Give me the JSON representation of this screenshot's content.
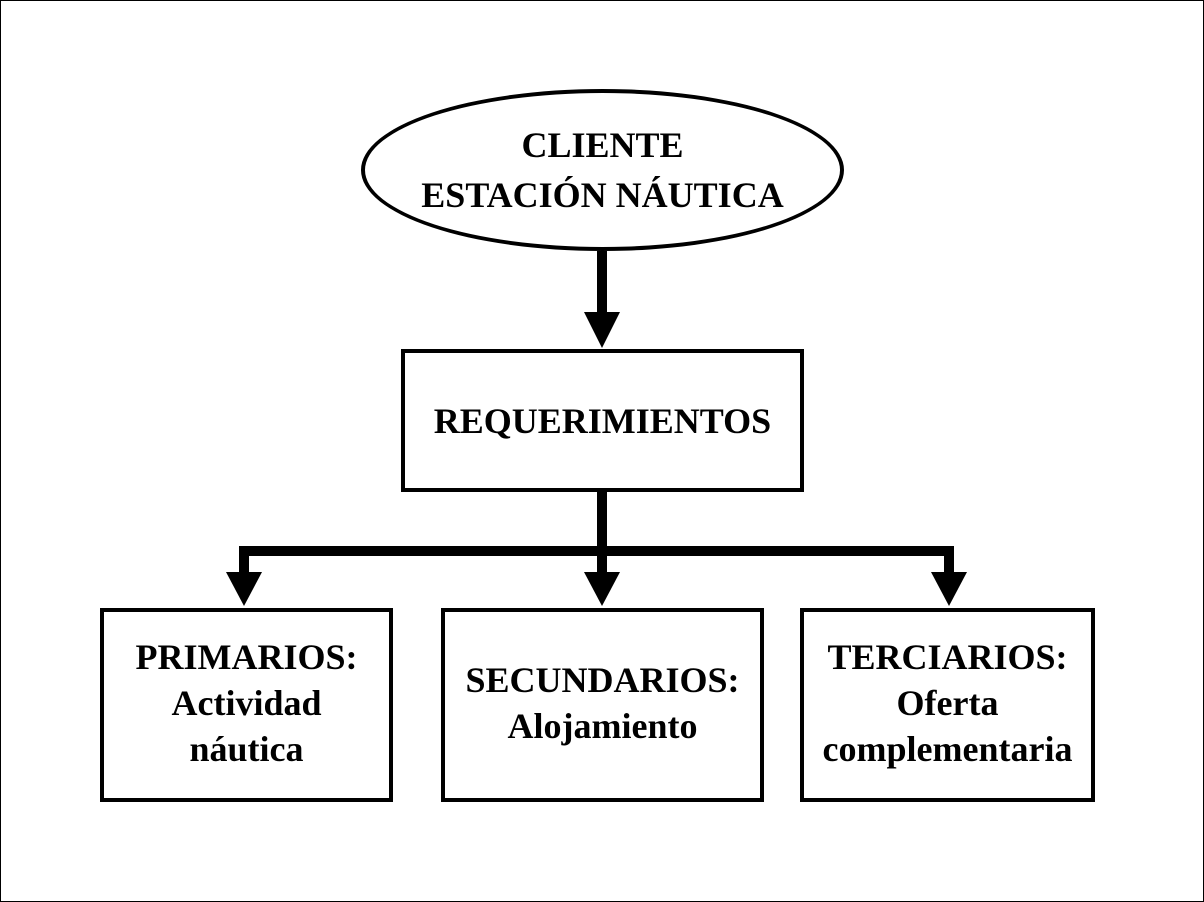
{
  "client": {
    "line1": "CLIENTE",
    "line2": "ESTACIÓN NÁUTICA"
  },
  "requirements": {
    "label": "REQUERIMIENTOS"
  },
  "categories": [
    {
      "title": "PRIMARIOS:",
      "line1": "Actividad",
      "line2": "náutica"
    },
    {
      "title": "SECUNDARIOS:",
      "line1": "Alojamiento"
    },
    {
      "title": "TERCIARIOS:",
      "line1": "Oferta",
      "line2": "complementaria"
    }
  ],
  "colors": {
    "stroke": "#000000",
    "background": "#ffffff"
  }
}
